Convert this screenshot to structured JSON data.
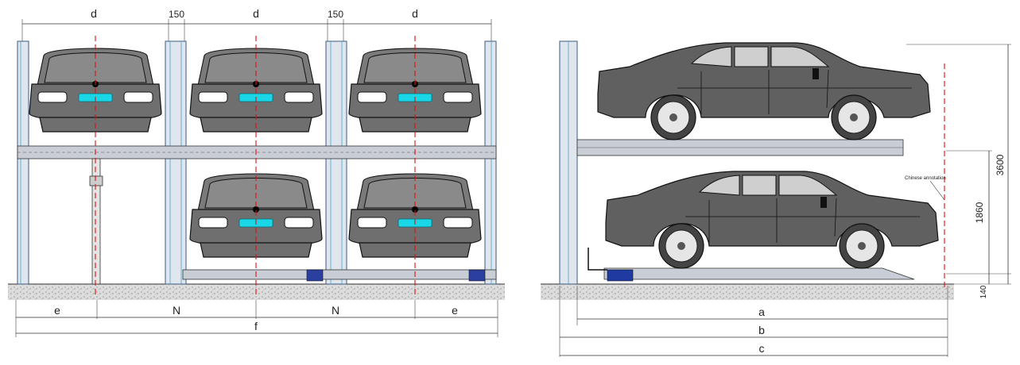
{
  "front_view": {
    "label_d": "d",
    "label_gap": "150",
    "label_e": "e",
    "label_n": "N",
    "label_f": "f"
  },
  "side_view": {
    "label_a": "a",
    "label_b": "b",
    "label_c": "c",
    "label_height_total": "3600",
    "label_height_upper": "1860",
    "label_height_pit": "140",
    "annotation": "Chinese annotation"
  },
  "colors": {
    "plate": "#19d7e6",
    "centerline": "#dd1111",
    "car": "#6f6f6f",
    "post": "#3b5a80"
  }
}
